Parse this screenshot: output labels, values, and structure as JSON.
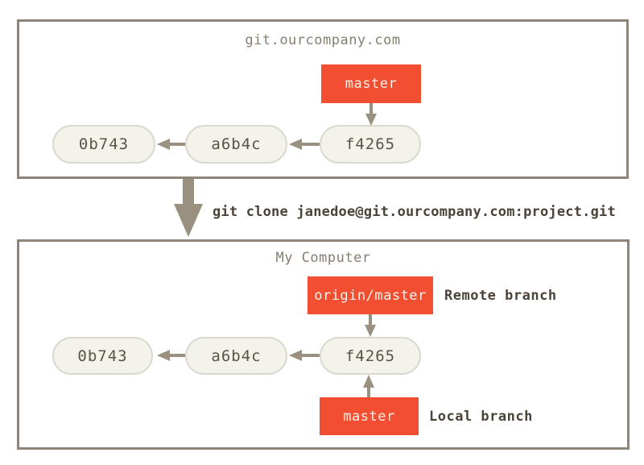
{
  "colors": {
    "accent_red": "#F14E32",
    "node_fill": "#F3F2EB",
    "node_border": "#DBD9CE",
    "box_border": "#8E8478",
    "arrow": "#99907F",
    "title_text": "#877E70",
    "label_text": "#4C4338",
    "node_text": "#5A5347",
    "branch_text": "#F7F3EA"
  },
  "server_box": {
    "title": "git.ourcompany.com",
    "branch": {
      "label": "master"
    },
    "commits": [
      "0b743",
      "a6b4c",
      "f4265"
    ]
  },
  "clone_command": "git clone janedoe@git.ourcompany.com:project.git",
  "local_box": {
    "title": "My Computer",
    "remote_branch": {
      "label": "origin/master",
      "annotation": "Remote branch"
    },
    "local_branch": {
      "label": "master",
      "annotation": "Local branch"
    },
    "commits": [
      "0b743",
      "a6b4c",
      "f4265"
    ]
  }
}
